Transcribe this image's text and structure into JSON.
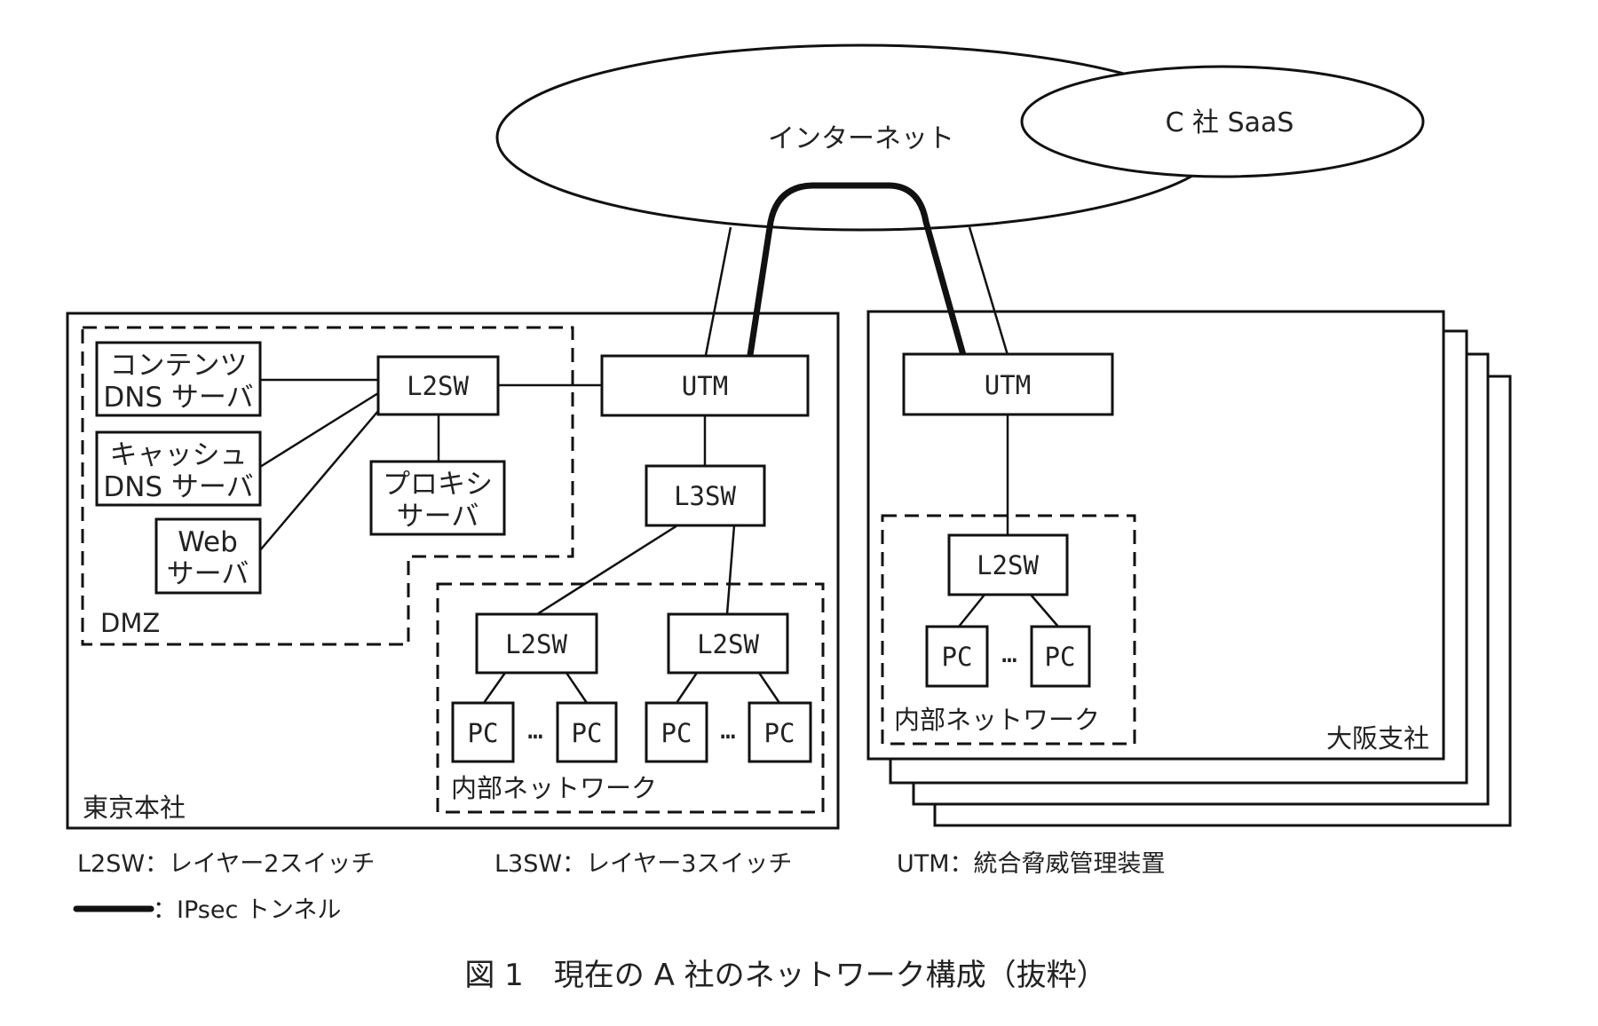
{
  "diagram": {
    "internet": {
      "label": "インターネット"
    },
    "saas": {
      "label": "C 社 SaaS"
    },
    "tokyo": {
      "label": "東京本社",
      "dmz": {
        "label": "DMZ",
        "content_dns": {
          "line1": "コンテンツ",
          "line2": "DNS サーバ"
        },
        "cache_dns": {
          "line1": "キャッシュ",
          "line2": "DNS サーバ"
        },
        "web": {
          "line1": "Web",
          "line2": "サーバ"
        },
        "l2sw": {
          "label": "L2SW"
        },
        "proxy": {
          "line1": "プロキシ",
          "line2": "サーバ"
        }
      },
      "utm": {
        "label": "UTM"
      },
      "l3sw": {
        "label": "L3SW"
      },
      "internal": {
        "label": "内部ネットワーク",
        "switches": [
          {
            "label": "L2SW",
            "pcs": [
              "PC",
              "PC"
            ],
            "ellipsis": "…"
          },
          {
            "label": "L2SW",
            "pcs": [
              "PC",
              "PC"
            ],
            "ellipsis": "…"
          }
        ]
      }
    },
    "osaka": {
      "label": "大阪支社",
      "stacked_branch_count": 4,
      "utm": {
        "label": "UTM"
      },
      "internal": {
        "label": "内部ネットワーク",
        "l2sw": {
          "label": "L2SW"
        },
        "pcs": [
          "PC",
          "PC"
        ],
        "ellipsis": "…"
      }
    }
  },
  "legend": {
    "l2sw": "L2SW：レイヤー2スイッチ",
    "l3sw": "L3SW：レイヤー3スイッチ",
    "utm": "UTM：統合脅威管理装置",
    "tunnel": "：IPsec トンネル"
  },
  "caption": "図 1　現在の A 社のネットワーク構成（抜粋）"
}
